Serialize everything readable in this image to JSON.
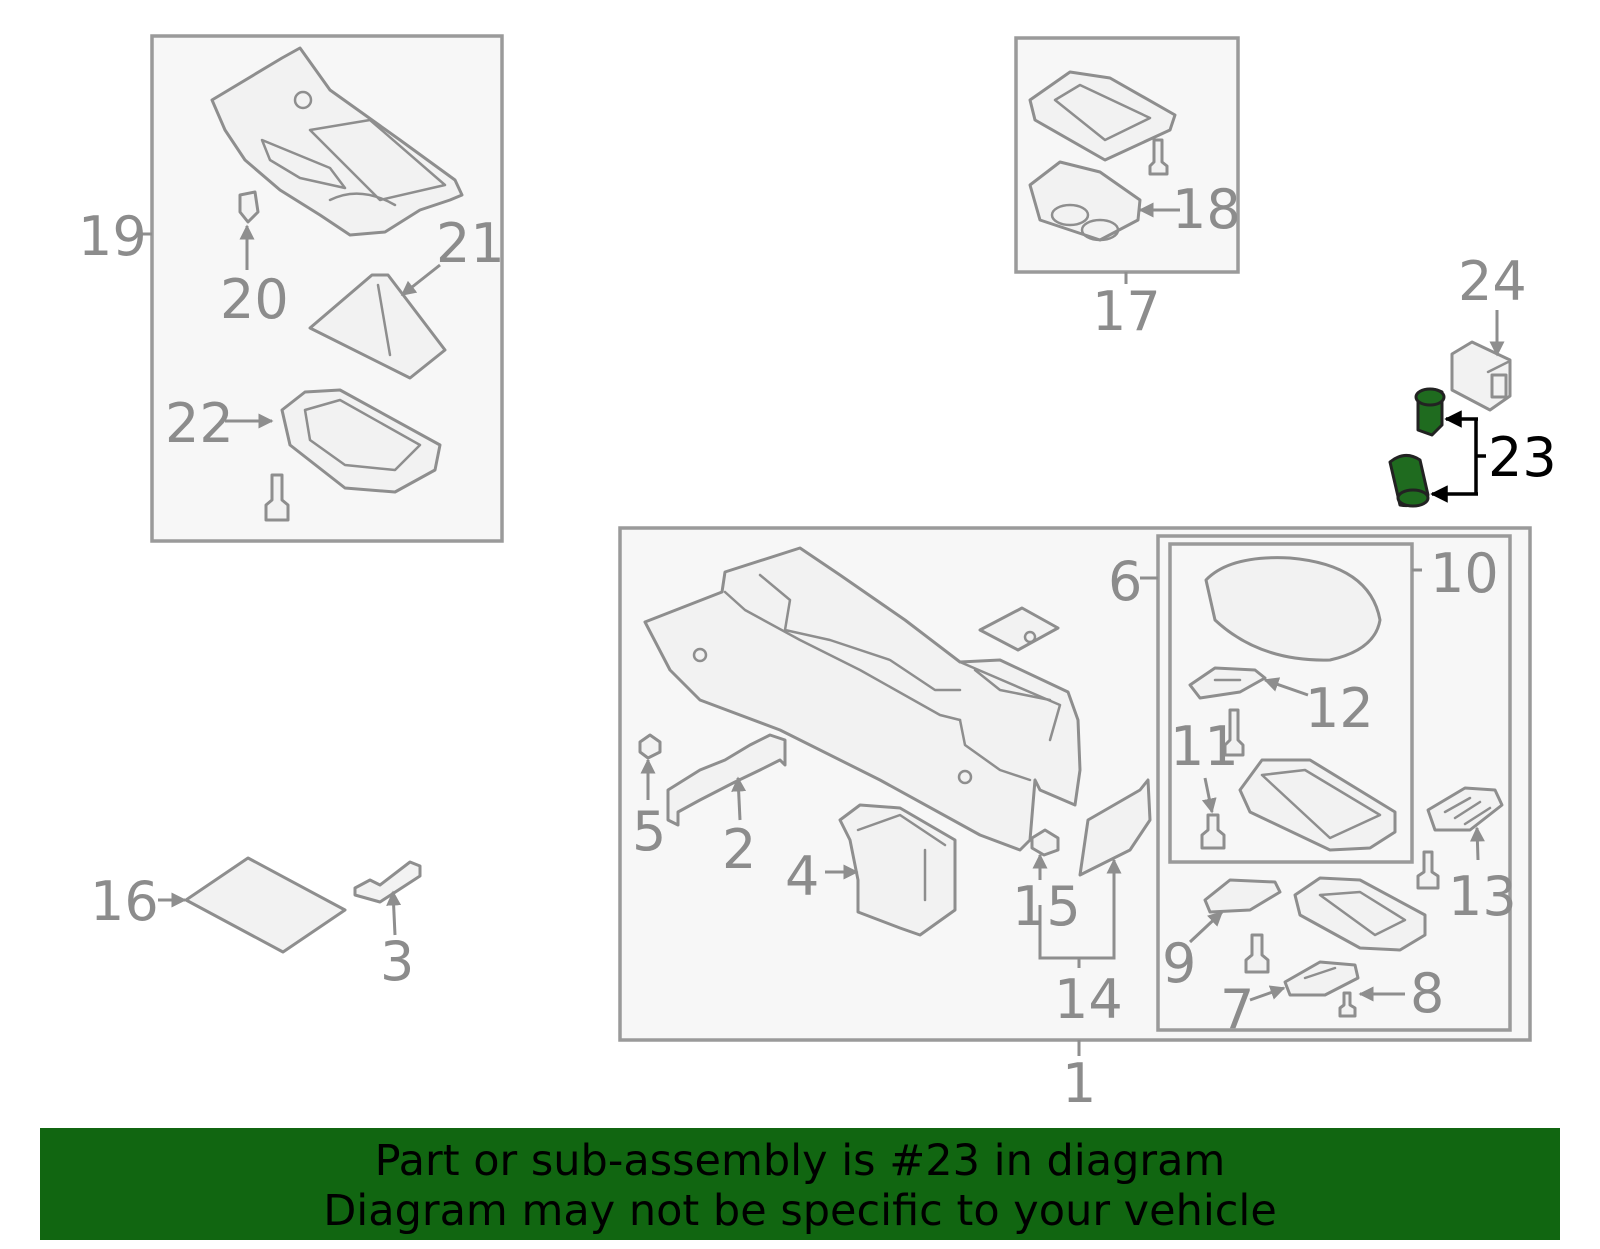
{
  "diagram": {
    "highlight_color": "#116611",
    "highlighted_callout": "23",
    "callouts": {
      "c1": "1",
      "c2": "2",
      "c3": "3",
      "c4": "4",
      "c5": "5",
      "c6": "6",
      "c7": "7",
      "c8": "8",
      "c9": "9",
      "c10": "10",
      "c11": "11",
      "c12": "12",
      "c13": "13",
      "c14": "14",
      "c15": "15",
      "c16": "16",
      "c17": "17",
      "c18": "18",
      "c19": "19",
      "c20": "20",
      "c21": "21",
      "c22": "22",
      "c23": "23",
      "c24": "24"
    }
  },
  "footer": {
    "line1": "Part or sub-assembly is #23 in diagram",
    "line2": "Diagram may not be specific to your vehicle"
  }
}
